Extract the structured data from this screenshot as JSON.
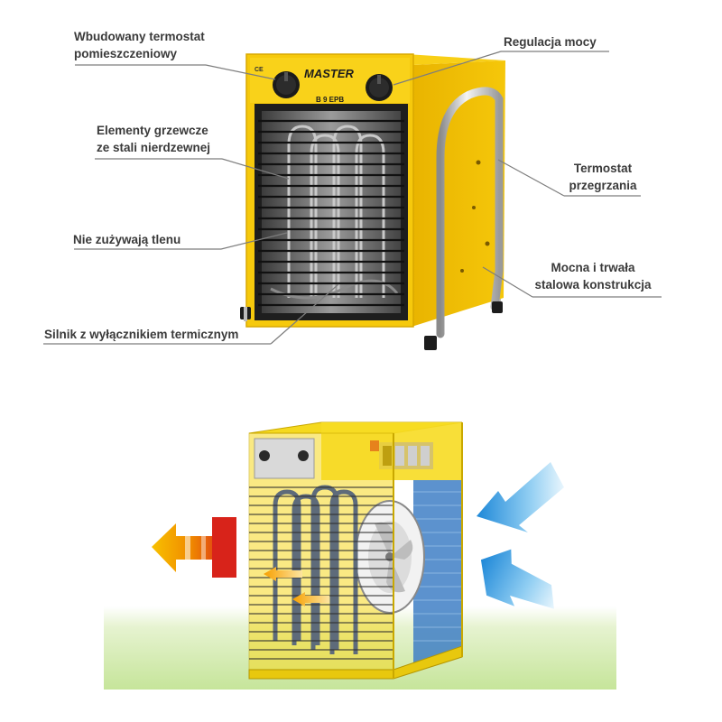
{
  "heater_top": {
    "brand": "MASTER",
    "model": "B 9 EPB",
    "ce_mark": "CE",
    "labels": {
      "thermostat_line1": "Wbudowany termostat",
      "thermostat_line2": "pomieszczeniowy",
      "power_regulation": "Regulacja mocy",
      "elements_line1": "Elementy grzewcze",
      "elements_line2": "ze stali nierdzewnej",
      "overheat_line1": "Termostat",
      "overheat_line2": "przegrzania",
      "no_oxygen": "Nie zużywają tlenu",
      "construction_line1": "Mocna i trwała",
      "construction_line2": "stalowa konstrukcja",
      "motor": "Silnik z wyłącznikiem termicznym"
    }
  },
  "diagram": {
    "hot_air_colors": [
      "#f7b500",
      "#f08a00",
      "#e94e10",
      "#d8231a"
    ],
    "cold_air_colors": [
      "#1e88d8",
      "#7fc4f0",
      "#d6eefb"
    ],
    "ground_color": "#cfe9a8",
    "body_color": "#f7d61c"
  }
}
